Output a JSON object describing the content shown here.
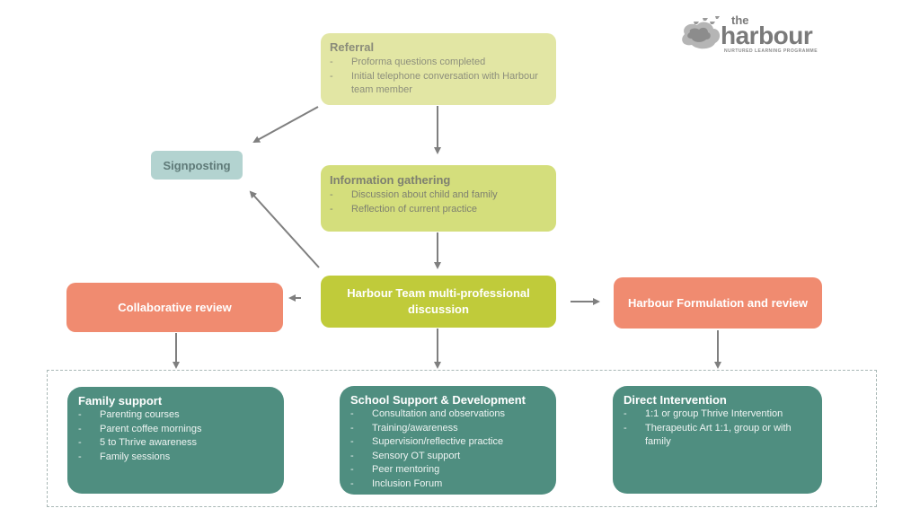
{
  "logo": {
    "line1": "the",
    "line2": "harbour",
    "tagline": "NURTURED LEARNING PROGRAMME"
  },
  "nodes": {
    "referral": {
      "title": "Referral",
      "items": [
        "Proforma questions completed",
        "Initial telephone conversation with Harbour team member"
      ]
    },
    "signposting": {
      "title": "Signposting"
    },
    "information_gathering": {
      "title": "Information gathering",
      "items": [
        "Discussion about child and family",
        "Reflection of current practice"
      ]
    },
    "harbour_team": {
      "title": "Harbour Team multi-professional discussion"
    },
    "collaborative_review": {
      "title": "Collaborative review"
    },
    "harbour_formulation": {
      "title": "Harbour Formulation and review"
    },
    "family_support": {
      "title": "Family support",
      "items": [
        "Parenting courses",
        "Parent coffee mornings",
        "5 to Thrive awareness",
        "Family sessions"
      ]
    },
    "school_support": {
      "title": "School Support & Development",
      "items": [
        "Consultation and observations",
        "Training/awareness",
        "Supervision/reflective practice",
        "Sensory OT support",
        "Peer mentoring",
        "Inclusion Forum"
      ]
    },
    "direct_intervention": {
      "title": "Direct Intervention",
      "items": [
        "1:1 or group Thrive Intervention",
        "Therapeutic Art 1:1, group or with family"
      ]
    }
  },
  "edges": [
    {
      "from": "referral",
      "to": "information_gathering"
    },
    {
      "from": "referral",
      "to": "signposting"
    },
    {
      "from": "information_gathering",
      "to": "harbour_team"
    },
    {
      "from": "harbour_team",
      "to": "signposting"
    },
    {
      "from": "harbour_team",
      "to": "collaborative_review"
    },
    {
      "from": "harbour_team",
      "to": "harbour_formulation"
    },
    {
      "from": "collaborative_review",
      "to": "family_support"
    },
    {
      "from": "harbour_team",
      "to": "school_support"
    },
    {
      "from": "harbour_formulation",
      "to": "direct_intervention"
    }
  ],
  "colors": {
    "referral": "#e2e6a4",
    "information": "#d4de7c",
    "team": "#c0cb3a",
    "review": "#f08b70",
    "signposting": "#b3d3d0",
    "service": "#4f8e80",
    "arrow": "#7f7f7f"
  }
}
